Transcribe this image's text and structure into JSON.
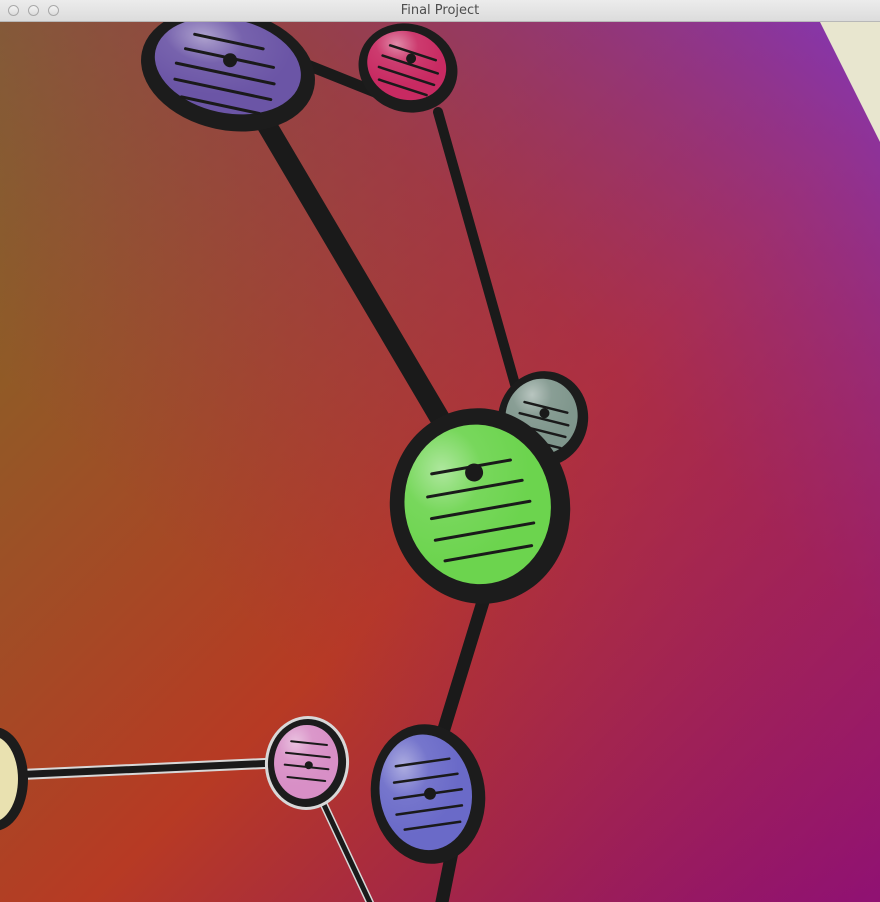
{
  "window": {
    "title": "Final Project"
  },
  "colors": {
    "edge": "#1a1a1a",
    "outline": "#1c1c1c",
    "gradient_yellow": "#7a6d28",
    "gradient_orange": "#b73a24",
    "gradient_purple": "#8a0c76",
    "gradient_violet": "#7a35d0",
    "background_plane": "#e8e6cf",
    "node_purple": "#6b55a6",
    "node_pink": "#c82a62",
    "node_grey": "#7f968c",
    "node_green": "#6cd44e",
    "node_lavender": "#d88fc6",
    "node_blue": "#6a6ac8",
    "node_cream": "#e9e1b0"
  },
  "scene": {
    "nodes": [
      {
        "id": "purple",
        "color_key": "node_purple",
        "lines": 5
      },
      {
        "id": "pink",
        "color_key": "node_pink",
        "lines": 4
      },
      {
        "id": "grey",
        "color_key": "node_grey",
        "lines": 4
      },
      {
        "id": "green",
        "color_key": "node_green",
        "lines": 5
      },
      {
        "id": "lavender",
        "color_key": "node_lavender",
        "lines": 4
      },
      {
        "id": "blue",
        "color_key": "node_blue",
        "lines": 5
      },
      {
        "id": "cream",
        "color_key": "node_cream",
        "lines": 0
      }
    ]
  }
}
